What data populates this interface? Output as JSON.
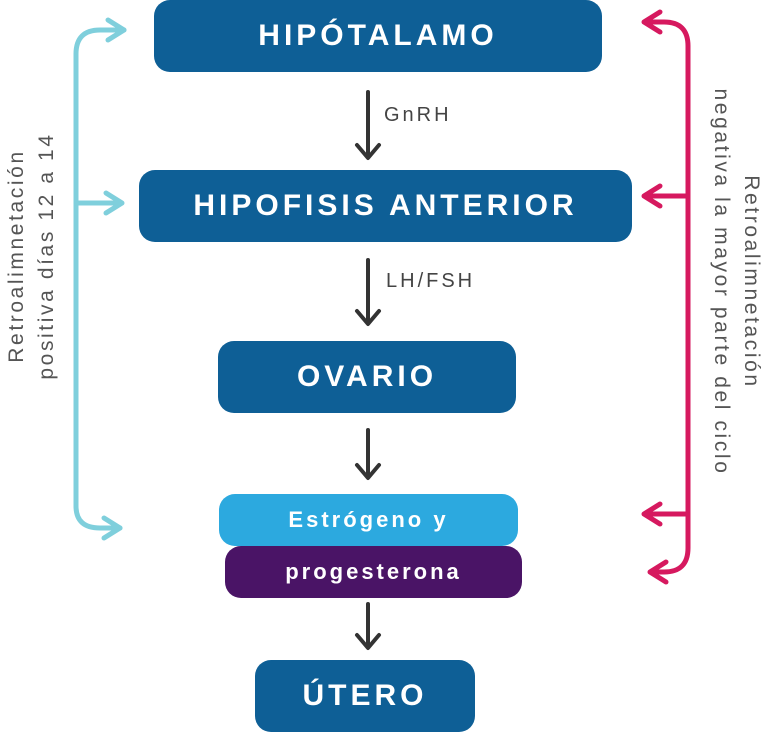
{
  "nodes": {
    "hipotalamo": "HIPÓTALAMO",
    "hipofisis": "HIPOFISIS ANTERIOR",
    "ovario": "OVARIO",
    "estrogeno": "Estrógeno y",
    "progesterona": "progesterona",
    "utero": "ÚTERO"
  },
  "hormones": {
    "gnrh": "GnRH",
    "lhfsh": "LH/FSH"
  },
  "feedback": {
    "positive_line1": "Retroalimnetación",
    "positive_line2": "positiva días 12 a 14",
    "negative_line1": "Retroalimnetación",
    "negative_line2": "negativa la mayor parte del ciclo"
  },
  "colors": {
    "node_dark_blue": "#0e5f96",
    "estrogen_light_blue": "#2ca9df",
    "progesterone_purple": "#4a1466",
    "positive_feedback": "#7fcfdc",
    "negative_feedback": "#d6195f",
    "flow_arrow": "#333333"
  }
}
